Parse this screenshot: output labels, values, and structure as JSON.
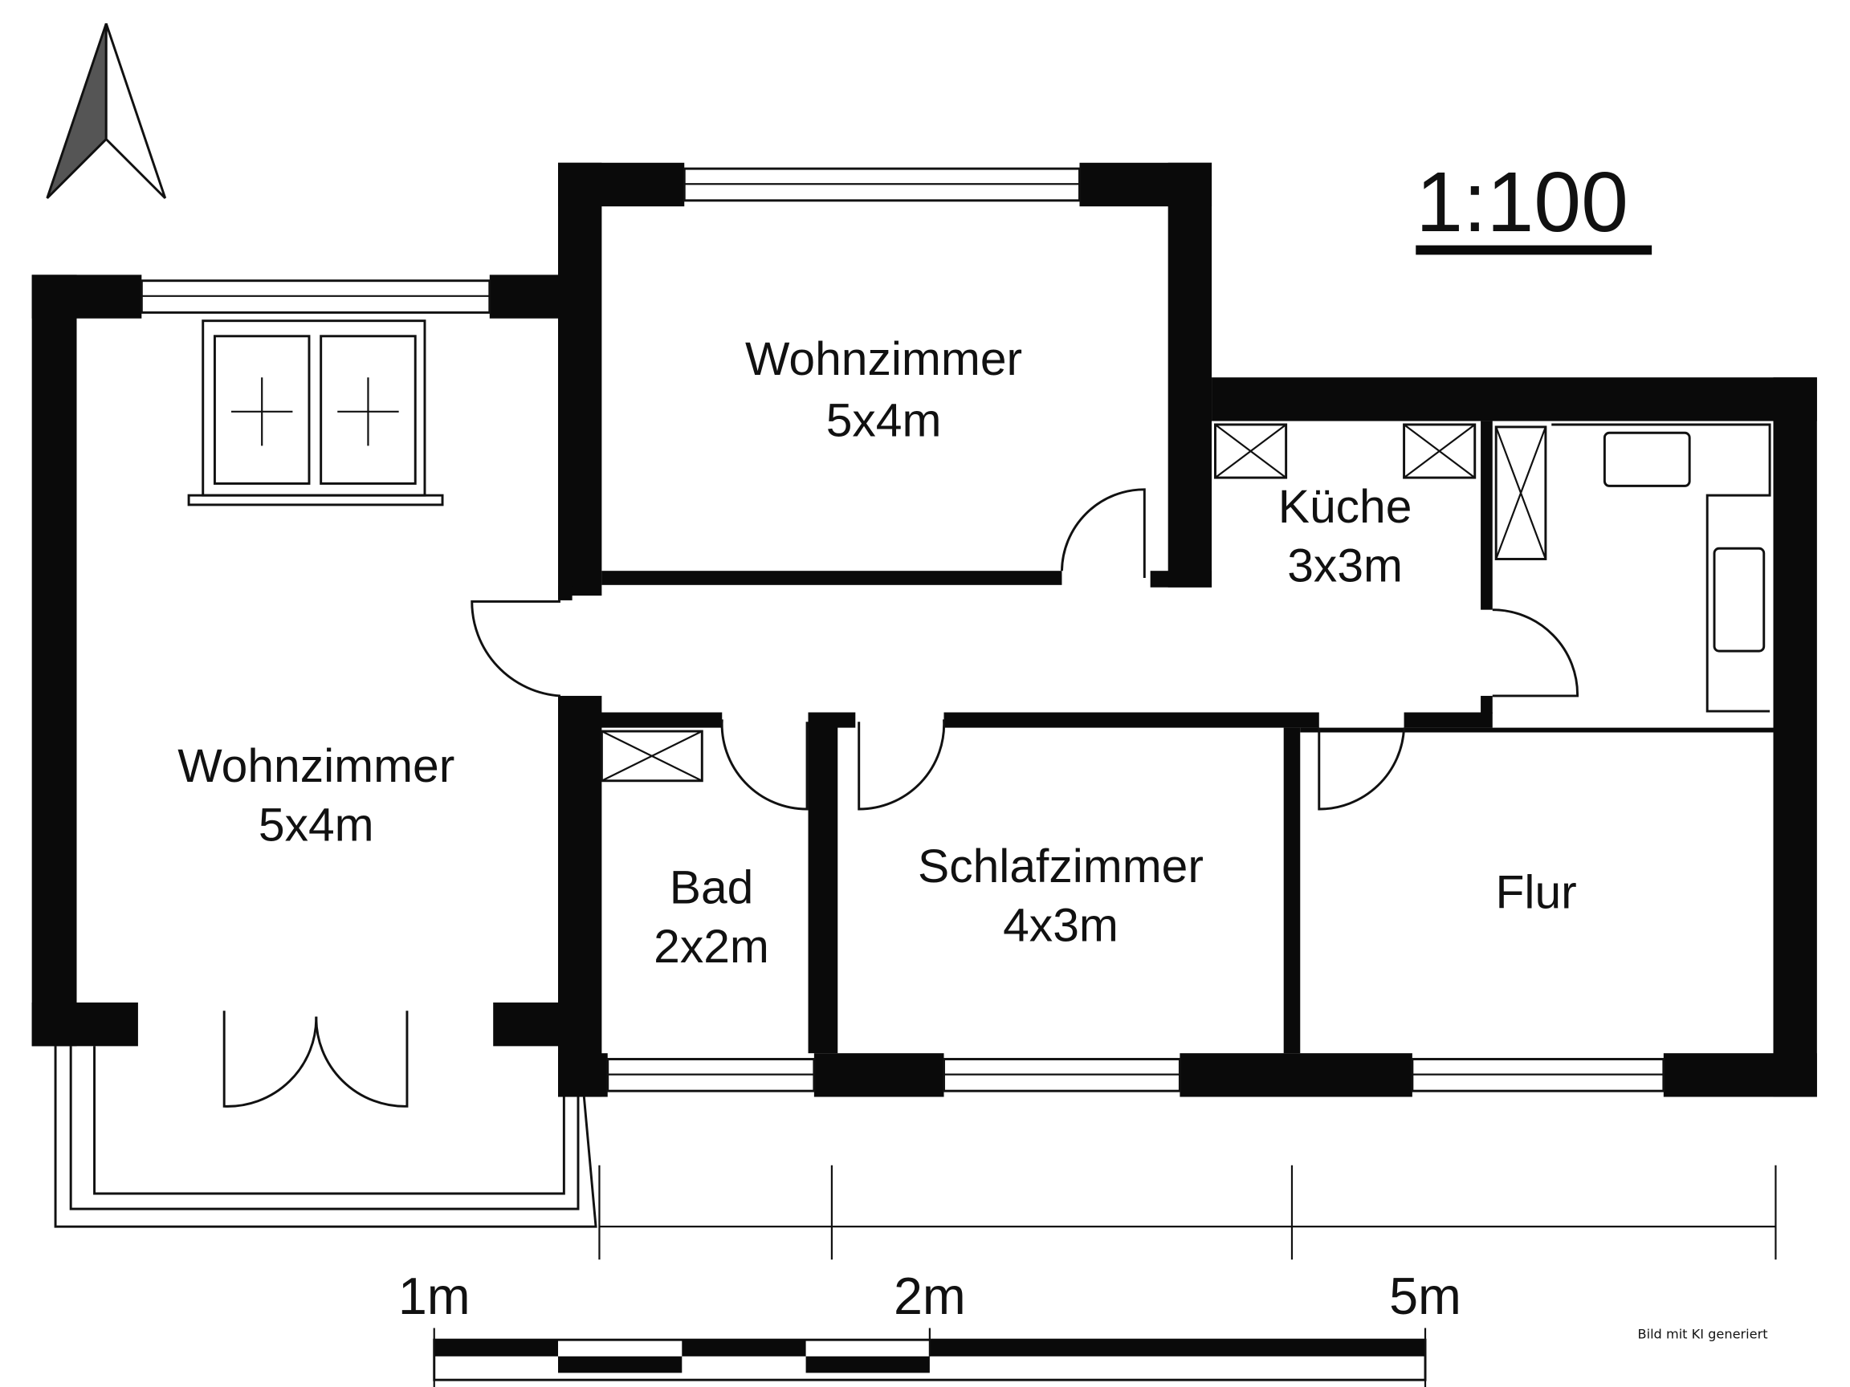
{
  "scale_label": "1:100",
  "rooms": [
    {
      "name": "Wohnzimmer",
      "size": "5x4m"
    },
    {
      "name": "Wohnzimmer",
      "size": "5x4m"
    },
    {
      "name": "Küche",
      "size": "3x3m"
    },
    {
      "name": "Bad",
      "size": "2x2m"
    },
    {
      "name": "Schlafzimmer",
      "size": "4x3m"
    },
    {
      "name": "Flur"
    }
  ],
  "scale_bar": {
    "labels": [
      "1m",
      "2m",
      "5m"
    ]
  },
  "note": "Bild mit KI generiert",
  "icons": [
    "north-arrow-icon"
  ]
}
